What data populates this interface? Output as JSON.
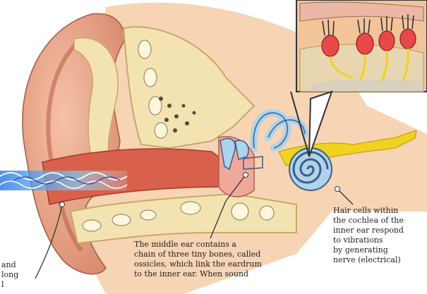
{
  "captions": {
    "left": "and\nlong\nl",
    "middle": "The middle ear contains a\nchain of three tiny bones, called\nossicles, which link the eardrum\nto the inner ear. When sound",
    "right": "Hair cells within\nthe cochlea of the\ninner ear respond\nto vibrations\nby generating\nnerve (electrical)"
  },
  "palette": {
    "skin": "#e8a487",
    "skin_dark": "#c4705a",
    "canal_red": "#d9604a",
    "bone": "#f3e3b1",
    "bone_edge": "#c8a866",
    "cochlea": "#aed3ec",
    "cochlea_dark": "#3b5f84",
    "nerve": "#f0d21f",
    "sound_wave": "#3d8cf0",
    "hair_cell": "#e8484a",
    "tissue": "#f2c49a",
    "leader_line": "#333333"
  }
}
